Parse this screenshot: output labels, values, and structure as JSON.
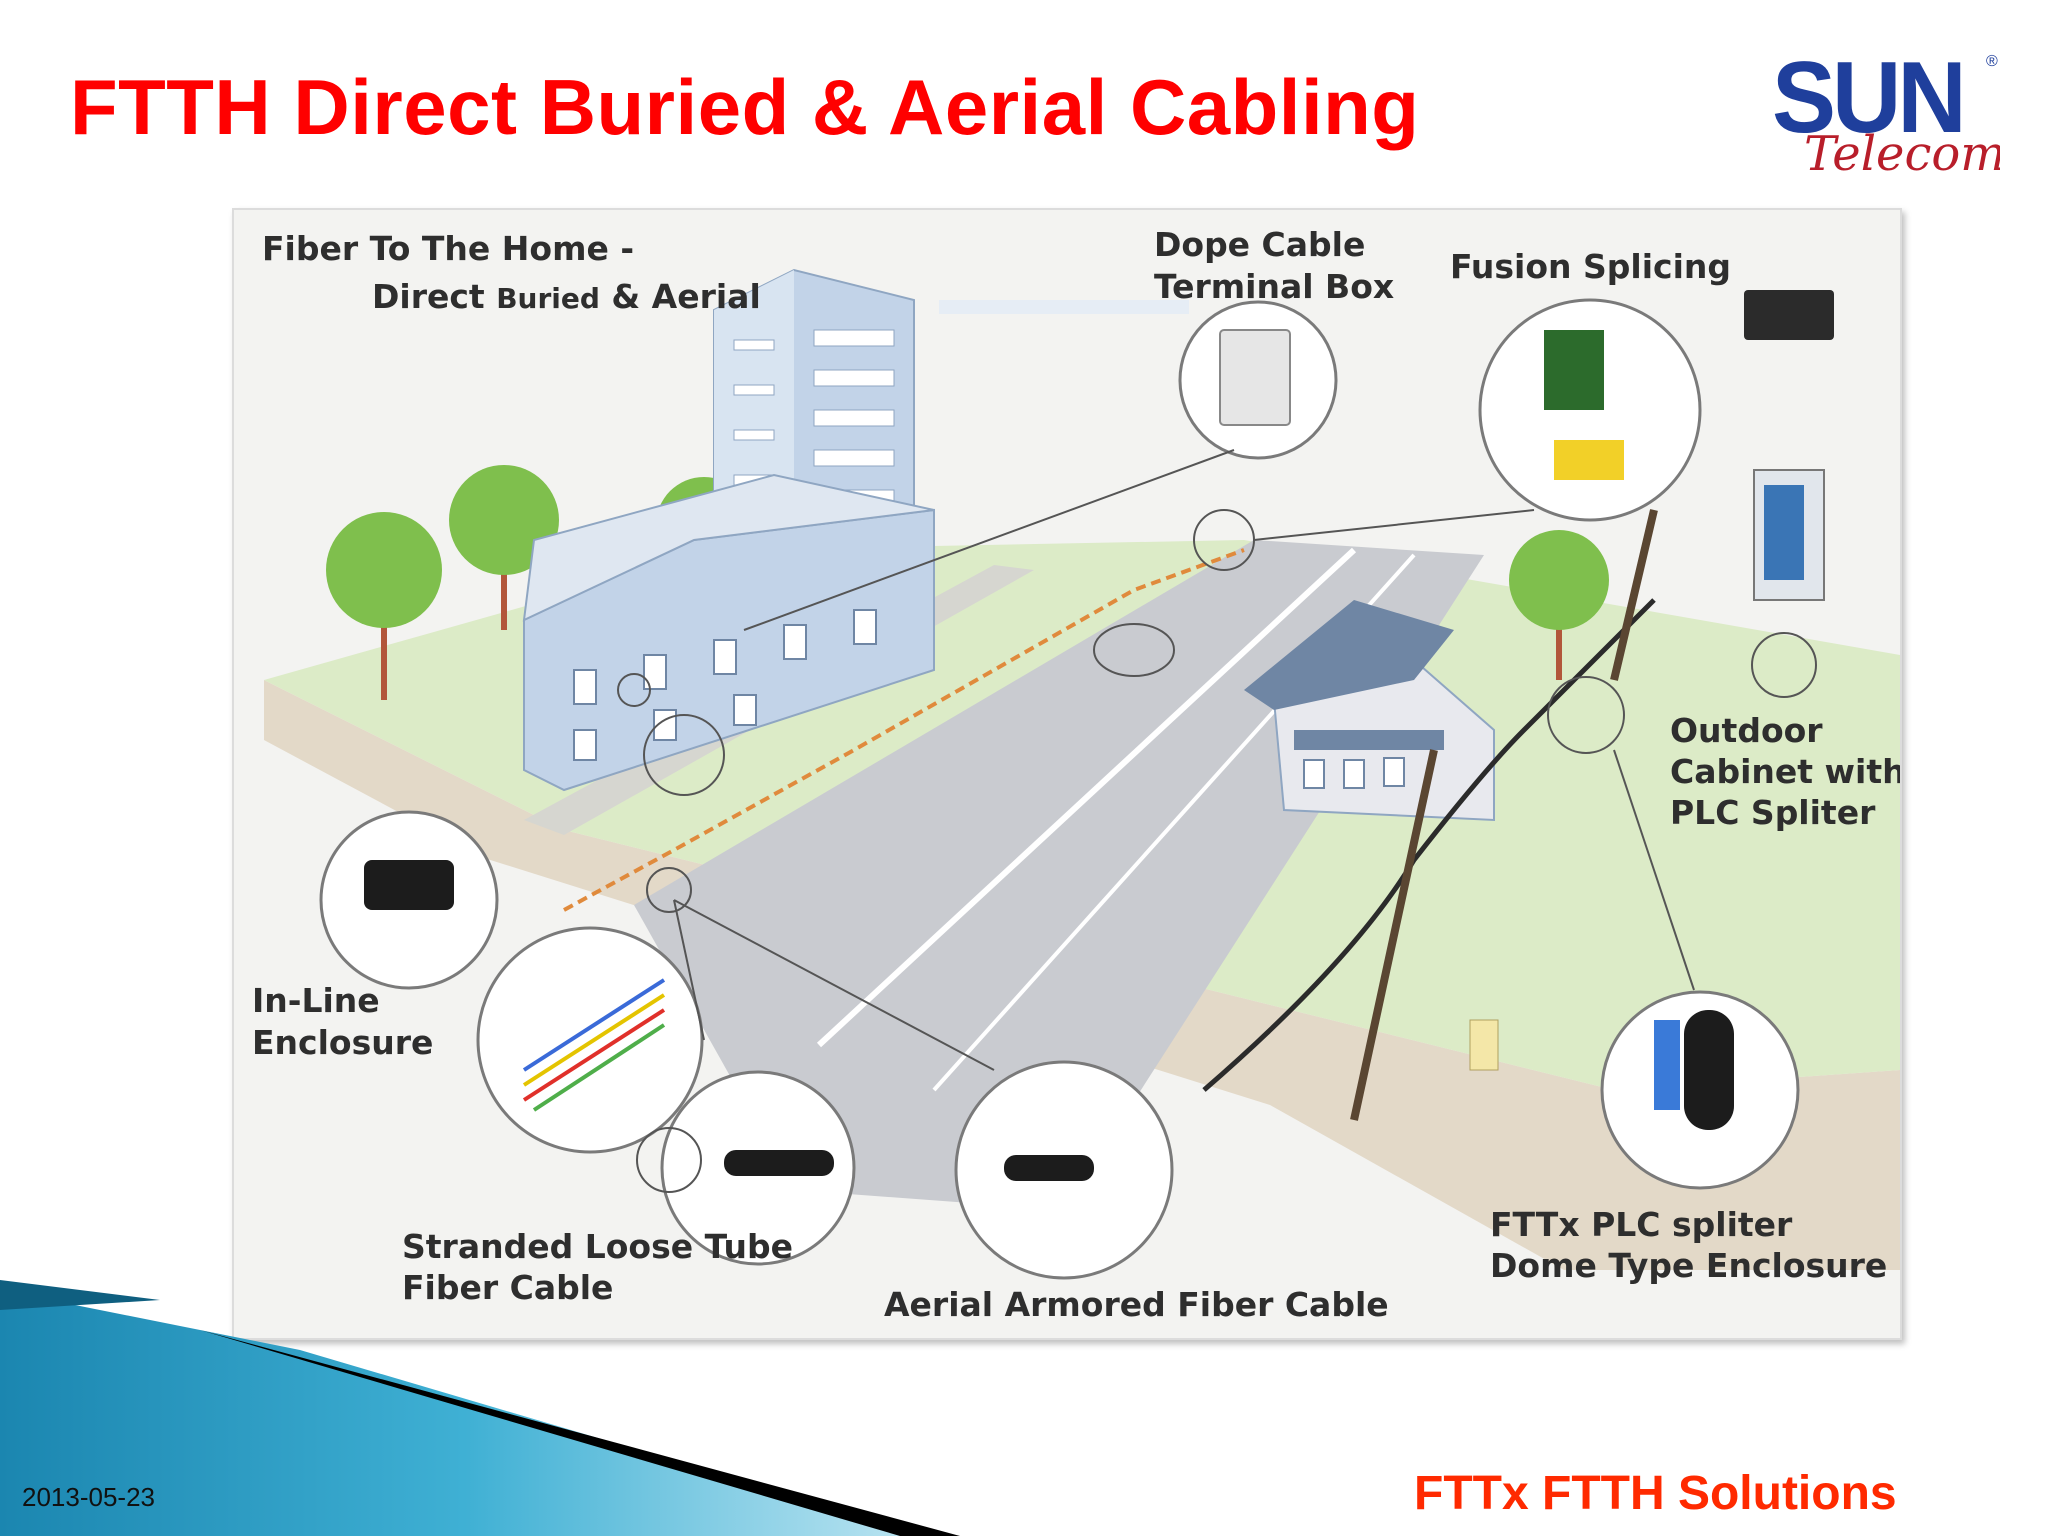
{
  "slide": {
    "title": "FTTH Direct Buried & Aerial Cabling",
    "logo": {
      "brand": "SUN",
      "sub": "Telecom",
      "mark": "®"
    },
    "footer": {
      "date": "2013-05-23",
      "solutions": "FTTx FTTH Solutions"
    }
  },
  "diagram": {
    "heading_line1": "Fiber To The Home -",
    "heading_line2_a": "Direct ",
    "heading_line2_b": "Buried",
    "heading_line2_c": " & Aerial",
    "labels": {
      "dope_cable_1": "Dope Cable",
      "dope_cable_2": "Terminal Box",
      "fusion_splicing": "Fusion Splicing",
      "outdoor_1": "Outdoor",
      "outdoor_2": "Cabinet with",
      "outdoor_3": "PLC Spliter",
      "inline_1": "In-Line",
      "inline_2": "Enclosure",
      "stranded_1": "Stranded Loose Tube",
      "stranded_2": "Fiber Cable",
      "aerial_armored": "Aerial Armored Fiber Cable",
      "fttx_1": "FTTx PLC spliter",
      "fttx_2": "Dome Type Enclosure"
    }
  },
  "colors": {
    "title_red": "#ff0000",
    "footer_orange": "#ff2a00",
    "logo_blue": "#1f3f9c",
    "logo_red": "#b81e2a",
    "grass": "#dcebc7",
    "tree": "#7fbf4d",
    "road": "#c9cbd0",
    "building": "#c2d3e8",
    "ground": "#e3d9c8"
  }
}
